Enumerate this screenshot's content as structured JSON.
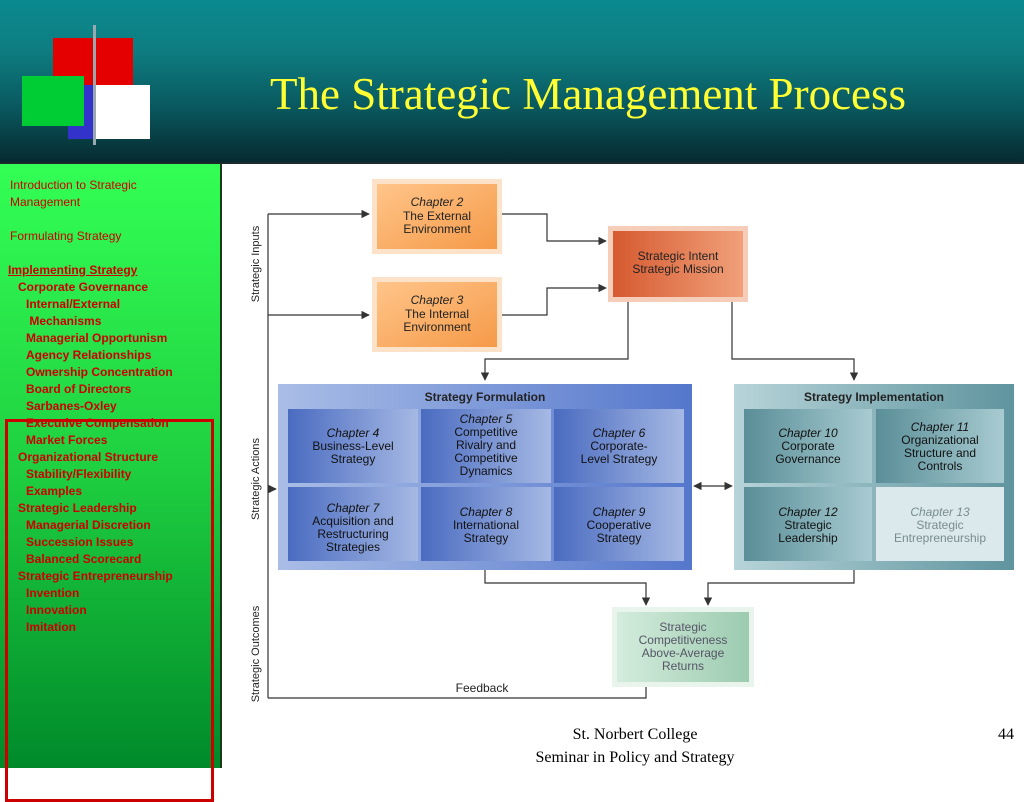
{
  "slide": {
    "title": "The Strategic Management Process",
    "footer_school": "St. Norbert College",
    "footer_course": "Seminar in Policy and Strategy",
    "page_number": "44"
  },
  "sidebar": {
    "intro_line1": "Introduction to Strategic",
    "intro_line2": "Management",
    "formulating": "Formulating Strategy",
    "implementing": "Implementing Strategy",
    "items": [
      "Corporate Governance",
      "Internal/External",
      " Mechanisms",
      "Managerial Opportunism",
      "Agency Relationships",
      "Ownership Concentration",
      "Board of Directors",
      "Sarbanes-Oxley",
      "Executive Compensation",
      "Market Forces",
      "Organizational Structure",
      "Stability/Flexibility",
      "Examples",
      "Strategic Leadership",
      "Managerial Discretion",
      "Succession Issues",
      "Balanced Scorecard",
      "Strategic Entrepreneurship",
      "Invention",
      "Innovation",
      "Imitation"
    ]
  },
  "diagram": {
    "side_labels": {
      "inputs": "Strategic Inputs",
      "actions": "Strategic Actions",
      "outcomes": "Strategic Outcomes"
    },
    "ch2": {
      "chapter": "Chapter 2",
      "l1": "The External",
      "l2": "Environment"
    },
    "ch3": {
      "chapter": "Chapter 3",
      "l1": "The Internal",
      "l2": "Environment"
    },
    "intent": {
      "l1": "Strategic Intent",
      "l2": "Strategic Mission"
    },
    "formulation": {
      "header": "Strategy Formulation",
      "ch4": {
        "chapter": "Chapter 4",
        "l1": "Business-Level",
        "l2": "Strategy"
      },
      "ch5": {
        "chapter": "Chapter 5",
        "l1": "Competitive",
        "l2": "Rivalry and",
        "l3": "Competitive",
        "l4": "Dynamics"
      },
      "ch6": {
        "chapter": "Chapter 6",
        "l1": "Corporate-",
        "l2": "Level Strategy"
      },
      "ch7": {
        "chapter": "Chapter 7",
        "l1": "Acquisition and",
        "l2": "Restructuring",
        "l3": "Strategies"
      },
      "ch8": {
        "chapter": "Chapter 8",
        "l1": "International",
        "l2": "Strategy"
      },
      "ch9": {
        "chapter": "Chapter 9",
        "l1": "Cooperative",
        "l2": "Strategy"
      }
    },
    "implementation": {
      "header": "Strategy Implementation",
      "ch10": {
        "chapter": "Chapter 10",
        "l1": "Corporate",
        "l2": "Governance"
      },
      "ch11": {
        "chapter": "Chapter 11",
        "l1": "Organizational",
        "l2": "Structure and",
        "l3": "Controls"
      },
      "ch12": {
        "chapter": "Chapter 12",
        "l1": "Strategic",
        "l2": "Leadership"
      },
      "ch13": {
        "chapter": "Chapter 13",
        "l1": "Strategic",
        "l2": "Entrepreneurship"
      }
    },
    "outcome": {
      "l1": "Strategic",
      "l2": "Competitiveness",
      "l3": "Above-Average",
      "l4": "Returns"
    },
    "feedback": "Feedback"
  },
  "colors": {
    "title": "#ffff33",
    "sidebar_text": "#cc0000",
    "orange_box": "#f7a45c",
    "intent_box": "#e2744c",
    "formulation": "#5b7fcf",
    "implementation": "#6a9ea8",
    "outcome": "#a9d3b7"
  }
}
